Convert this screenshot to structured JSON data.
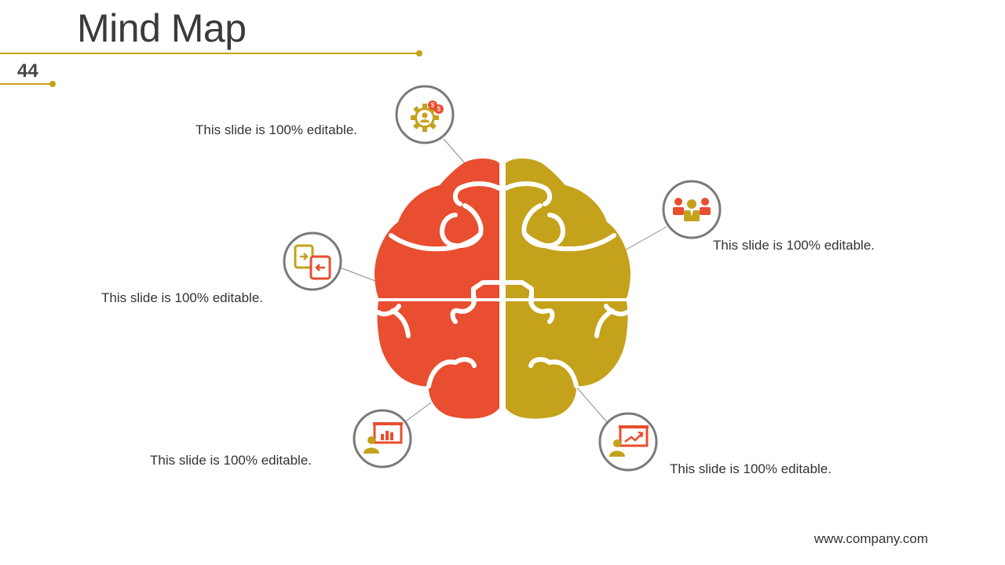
{
  "slide": {
    "title": "Mind Map",
    "number": "44",
    "footer": "www.company.com"
  },
  "colors": {
    "accent": "#c4a21b",
    "red": "#e84e2f",
    "ring": "#7a7a7a",
    "connector": "#8a8a8a",
    "text": "#333333"
  },
  "nodes": [
    {
      "caption": "This slide is 100% editable.",
      "icon": "gear-people-dollar-icon"
    },
    {
      "caption": "This slide is 100% editable.",
      "icon": "team-group-icon"
    },
    {
      "caption": "This slide is 100% editable.",
      "icon": "document-exchange-icon"
    },
    {
      "caption": "This slide is 100% editable.",
      "icon": "presentation-board-icon"
    },
    {
      "caption": "This slide is 100% editable.",
      "icon": "growth-chart-presenter-icon"
    }
  ]
}
